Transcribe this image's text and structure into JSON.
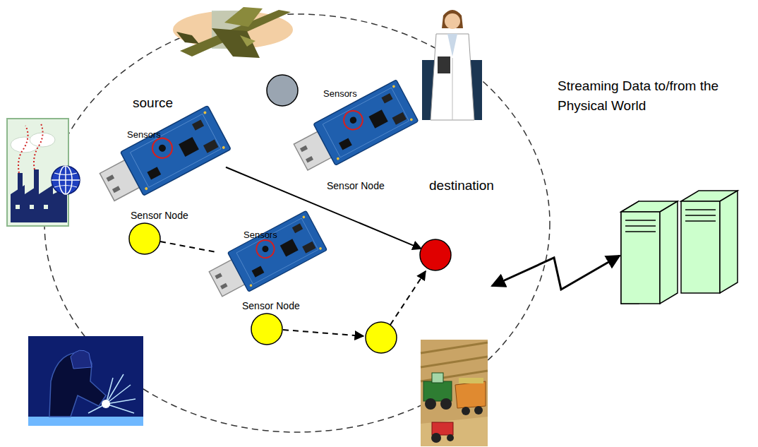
{
  "diagram": {
    "nodes": [
      {
        "text": [
          "source",
          "Sensors",
          "Sensor Node"
        ]
      },
      {
        "text": [
          "Sensors",
          "Sensor Node"
        ]
      },
      {
        "text": [
          "Sensors",
          "Sensor Node"
        ]
      },
      {
        "text": [
          "destination"
        ]
      }
    ],
    "edges": [
      {
        "from": 0,
        "to": 3,
        "arrow": "to"
      }
    ],
    "labels": [
      "Streaming Data to/from the Physical World"
    ]
  }
}
